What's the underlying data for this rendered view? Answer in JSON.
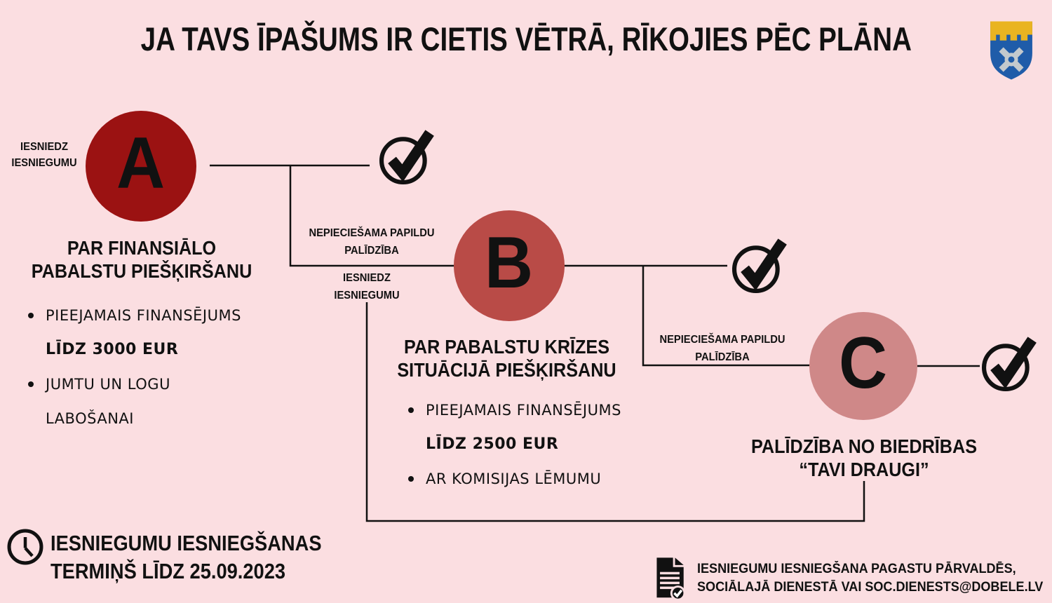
{
  "title": "JA TAVS ĪPAŠUMS IR CIETIS VĒTRĀ, RĪKOJIES PĒC PLĀNA",
  "colors": {
    "background": "#fbdee1",
    "circle_a": "#9b1212",
    "circle_b": "#b94b47",
    "circle_c": "#cf8888",
    "ink": "#111111",
    "logo_gold": "#e9b421",
    "logo_blue": "#1f5ca9",
    "logo_silver": "#c3c9cd"
  },
  "logo": {
    "name": "Dobele municipality coat of arms"
  },
  "node_a": {
    "letter": "A",
    "side_label": "IESNIEDZ IESNIEGUMU",
    "heading": "PAR FINANSIĀLO PABALSTU PIEŠĶIRŠANU",
    "bullets": [
      {
        "line1": "PIEEJAMAIS FINANSĒJUMS",
        "line2": "LĪDZ 3000 EUR"
      },
      {
        "line1": "JUMTU UN LOGU",
        "line2": "LABOŠANAI"
      }
    ]
  },
  "connector_ab": {
    "top_label": "NEPIECIEŠAMA PAPILDU PALĪDZĪBA",
    "bottom_label": "IESNIEDZ IESNIEGUMU"
  },
  "node_b": {
    "letter": "B",
    "heading": "PAR PABALSTU KRĪZES SITUĀCIJĀ PIEŠĶIRŠANU",
    "bullets": [
      {
        "line1": "PIEEJAMAIS FINANSĒJUMS",
        "line2": "LĪDZ 2500 EUR"
      },
      {
        "line1": "AR KOMISIJAS LĒMUMU"
      }
    ]
  },
  "connector_bc": {
    "label": "NEPIECIEŠAMA PAPILDU PALĪDZĪBA"
  },
  "node_c": {
    "letter": "C",
    "heading": "PALĪDZĪBA NO BIEDRĪBAS “TAVI DRAUGI”"
  },
  "footer": {
    "deadline_line1": "IESNIEGUMU IESNIEGŠANAS",
    "deadline_line2": "TERMIŅŠ LĪDZ 25.09.2023",
    "submission_line1": "IESNIEGUMU IESNIEGŠANA PAGASTU PĀRVALDĒS,",
    "submission_line2": "SOCIĀLAJĀ DIENESTĀ VAI SOC.DIENESTS@DOBELE.LV"
  }
}
